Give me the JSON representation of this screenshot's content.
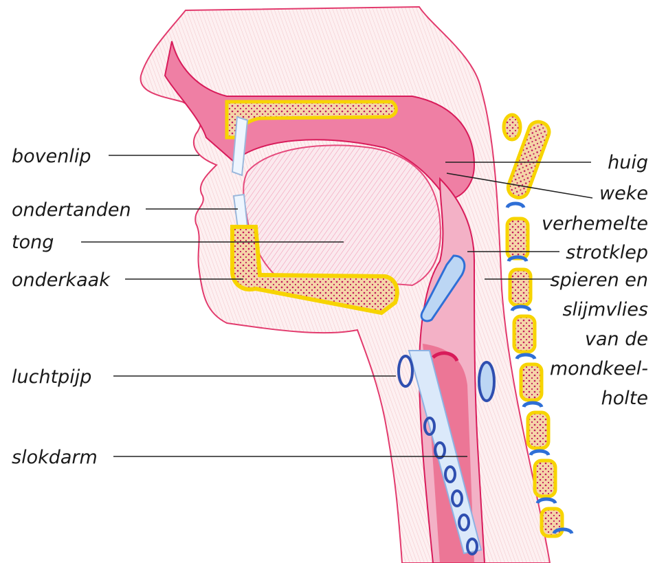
{
  "labels": {
    "bovenlip": "bovenlip",
    "ondertanden": "ondertanden",
    "tong": "tong",
    "onderkaak": "onderkaak",
    "luchtpijp": "luchtpijp",
    "slokdarm": "slokdarm",
    "huig": "huig",
    "weke": "weke",
    "verhemelte": "verhemelte",
    "strotklep": "strotklep",
    "spieren_1": "spieren en",
    "spieren_2": "slijmvlies",
    "spieren_3": "van de",
    "spieren_4": "mondkeel-",
    "spieren_5": "holte"
  },
  "colors": {
    "tissue": "#d81b5a",
    "tissue_light": "#f4a6c0",
    "skin": "#f6d3d8",
    "bone": "#f7d400",
    "bone_dot": "#c2185b",
    "cartilage": "#2f6fd6",
    "cartilage_light": "#bcd6f4",
    "label_line": "#222222"
  }
}
